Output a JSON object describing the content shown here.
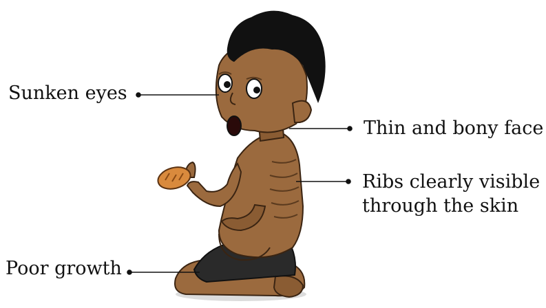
{
  "labels": {
    "sunken_eyes": "Sunken eyes",
    "thin_face": "Thin and bony face",
    "ribs_line1": "Ribs clearly visible",
    "ribs_line2": "through the skin",
    "poor_growth": "Poor growth"
  },
  "colors": {
    "skin": "#9b6a3e",
    "skin_shadow": "#7a4f2b",
    "hair": "#111111",
    "shorts": "#2a2a2a",
    "bread": "#d98a3d",
    "leader_line": "#111111"
  }
}
